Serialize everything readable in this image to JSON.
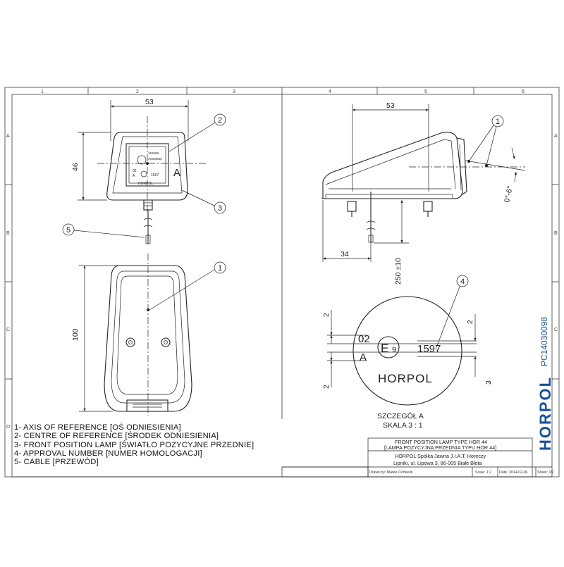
{
  "grid": {
    "columns": [
      "1",
      "2",
      "3",
      "4",
      "5",
      "6"
    ],
    "rows": [
      "A",
      "B",
      "C",
      "D"
    ]
  },
  "dimensions": {
    "front_width": "53",
    "front_height": "46",
    "side_width": "53",
    "side_offset": "34",
    "cable_length": "250 ±10",
    "bottom_length": "100",
    "angle": "0°-6°",
    "detail_top": "2",
    "detail_bottom": "2",
    "detail_right_top": "2",
    "detail_right_bottom": "3"
  },
  "view_label": "A",
  "callouts": [
    "1",
    "2",
    "3",
    "4",
    "5"
  ],
  "detail": {
    "line1": "02",
    "line2": "A",
    "e_mark": "E",
    "e_sub": "9",
    "number": "1597",
    "brand": "HORPOL",
    "caption1": "SZCZEGÓŁ A",
    "caption2": "SKALA 3 : 1"
  },
  "lamp_lens": {
    "l1": "152599",
    "l2": "AMS0598",
    "l3": "02",
    "l4": "A",
    "l5": "1597",
    "l6": "HORPOL"
  },
  "legend": [
    "1- AXIS OF REFERENCE [OŚ ODNIESIENIA]",
    "2- CENTRE OF REFERENCE [ŚRODEK ODNIESIENIA]",
    "3- FRONT POSITION LAMP [ŚWIATŁO POZYCYJNE PRZEDNIE]",
    "4- APPROVAL NUMBER [NUMER HOMOLOGACJI]",
    "5- CABLE [PRZEWÓD]"
  ],
  "part_number": "PC14030098",
  "logo": "HORPOL",
  "title_block": {
    "title1": "FRONT POSITION LAMP TYPE HOR 44",
    "title2": "[LAMPA POZYCYJNA PRZEDNIA TYPU HOR 44]",
    "company1": "HORPOL Spółka Jawna J.I.A.T. Horeczy",
    "company2": "Lipniki, ul. Lipowa 3, 86-005 Białe Błota",
    "drawn": "Drawn by:  Marek Cichiecki",
    "scale": "Scale: 1:2",
    "date": "Date: 2014-02-06",
    "sheet": "Sheet: 1/2"
  }
}
